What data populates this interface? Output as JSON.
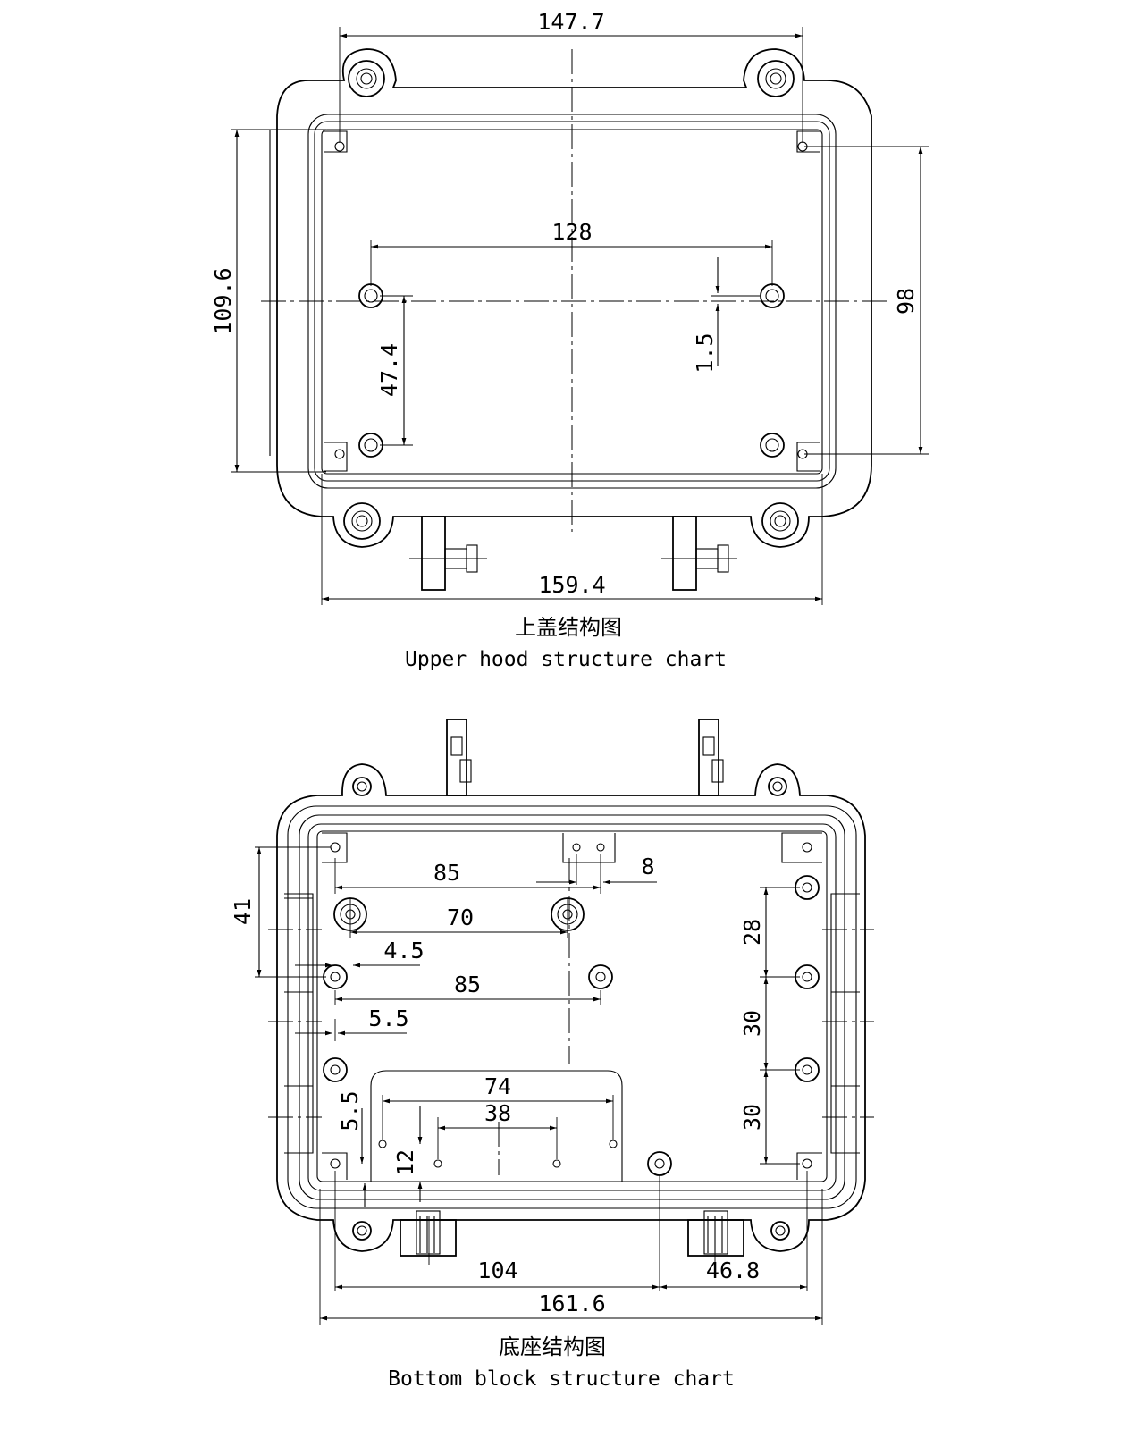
{
  "upper": {
    "caption_cn": "上盖结构图",
    "caption_en": "Upper hood structure chart",
    "dims": {
      "top_width": "147.7",
      "height_left": "109.6",
      "hole_spacing": "128",
      "height_right": "98",
      "offset": "1.5",
      "hole_vertical": "47.4",
      "bottom_width": "159.4"
    }
  },
  "bottom": {
    "caption_cn": "底座结构图",
    "caption_en": "Bottom block structure chart",
    "dims": {
      "d85_top": "85",
      "d8": "8",
      "d41": "41",
      "d70": "70",
      "d4_5": "4.5",
      "d85_mid": "85",
      "d5_5": "5.5",
      "d28": "28",
      "d30_a": "30",
      "d30_b": "30",
      "d74": "74",
      "d38": "38",
      "d5_5_v": "5.5",
      "d12": "12",
      "d104": "104",
      "d46_8": "46.8",
      "d161_6": "161.6"
    }
  }
}
